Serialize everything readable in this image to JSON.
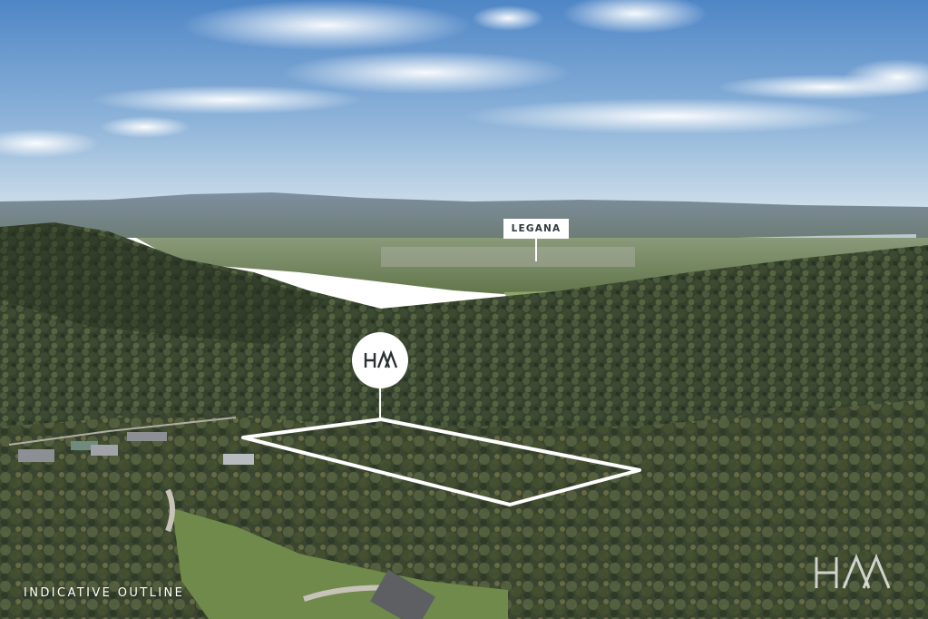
{
  "place_label": {
    "text": "LEGANA"
  },
  "badge": {
    "text": "HA"
  },
  "caption": {
    "text": "INDICATIVE OUTLINE"
  },
  "watermark": {
    "brand": "HA"
  },
  "colors": {
    "sky_top": "#4f86c6",
    "sky_bottom": "#cfe0ee",
    "forest_dark": "#2c3a2a",
    "forest_mid": "#4a5a3a",
    "pasture": "#6f8a4a",
    "outline": "#ffffff"
  }
}
